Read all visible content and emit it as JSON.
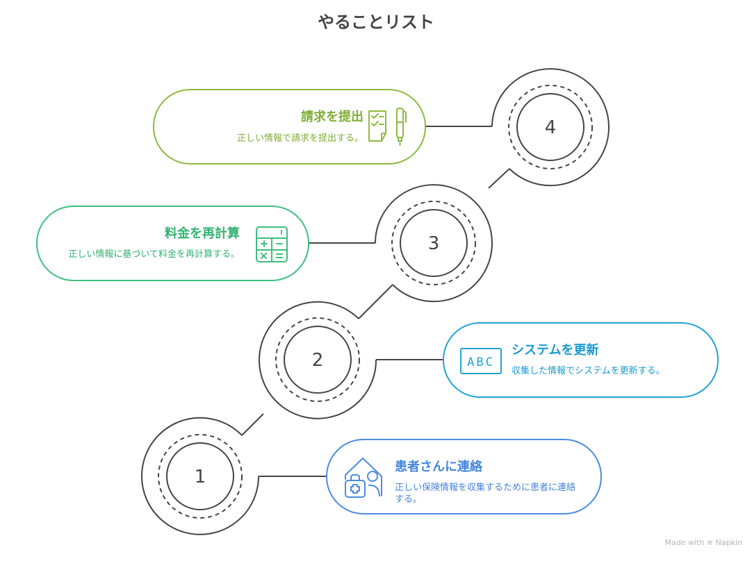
{
  "title": "やることリスト",
  "steps": [
    {
      "number": "1",
      "heading": "患者さんに連絡",
      "description": "正しい保険情報を収集するために患者に連絡する。",
      "icon": "house-medical-kit-person-icon",
      "color": "#4A8BE0"
    },
    {
      "number": "2",
      "heading": "システムを更新",
      "description": "収集した情報でシステムを更新する。",
      "icon": "abc-screen-icon",
      "color": "#1FA3D6"
    },
    {
      "number": "3",
      "heading": "料金を再計算",
      "description": "正しい情報に基づいて料金を再計算する。",
      "icon": "calculator-icon",
      "color": "#3DBE7E"
    },
    {
      "number": "4",
      "heading": "請求を提出",
      "description": "正しい情報で請求を提出する。",
      "icon": "checklist-pen-icon",
      "color": "#8DBA3D"
    }
  ],
  "icon_texts": {
    "abc": "ABC"
  },
  "footer": {
    "label": "Made with",
    "brand": "Napkin"
  }
}
